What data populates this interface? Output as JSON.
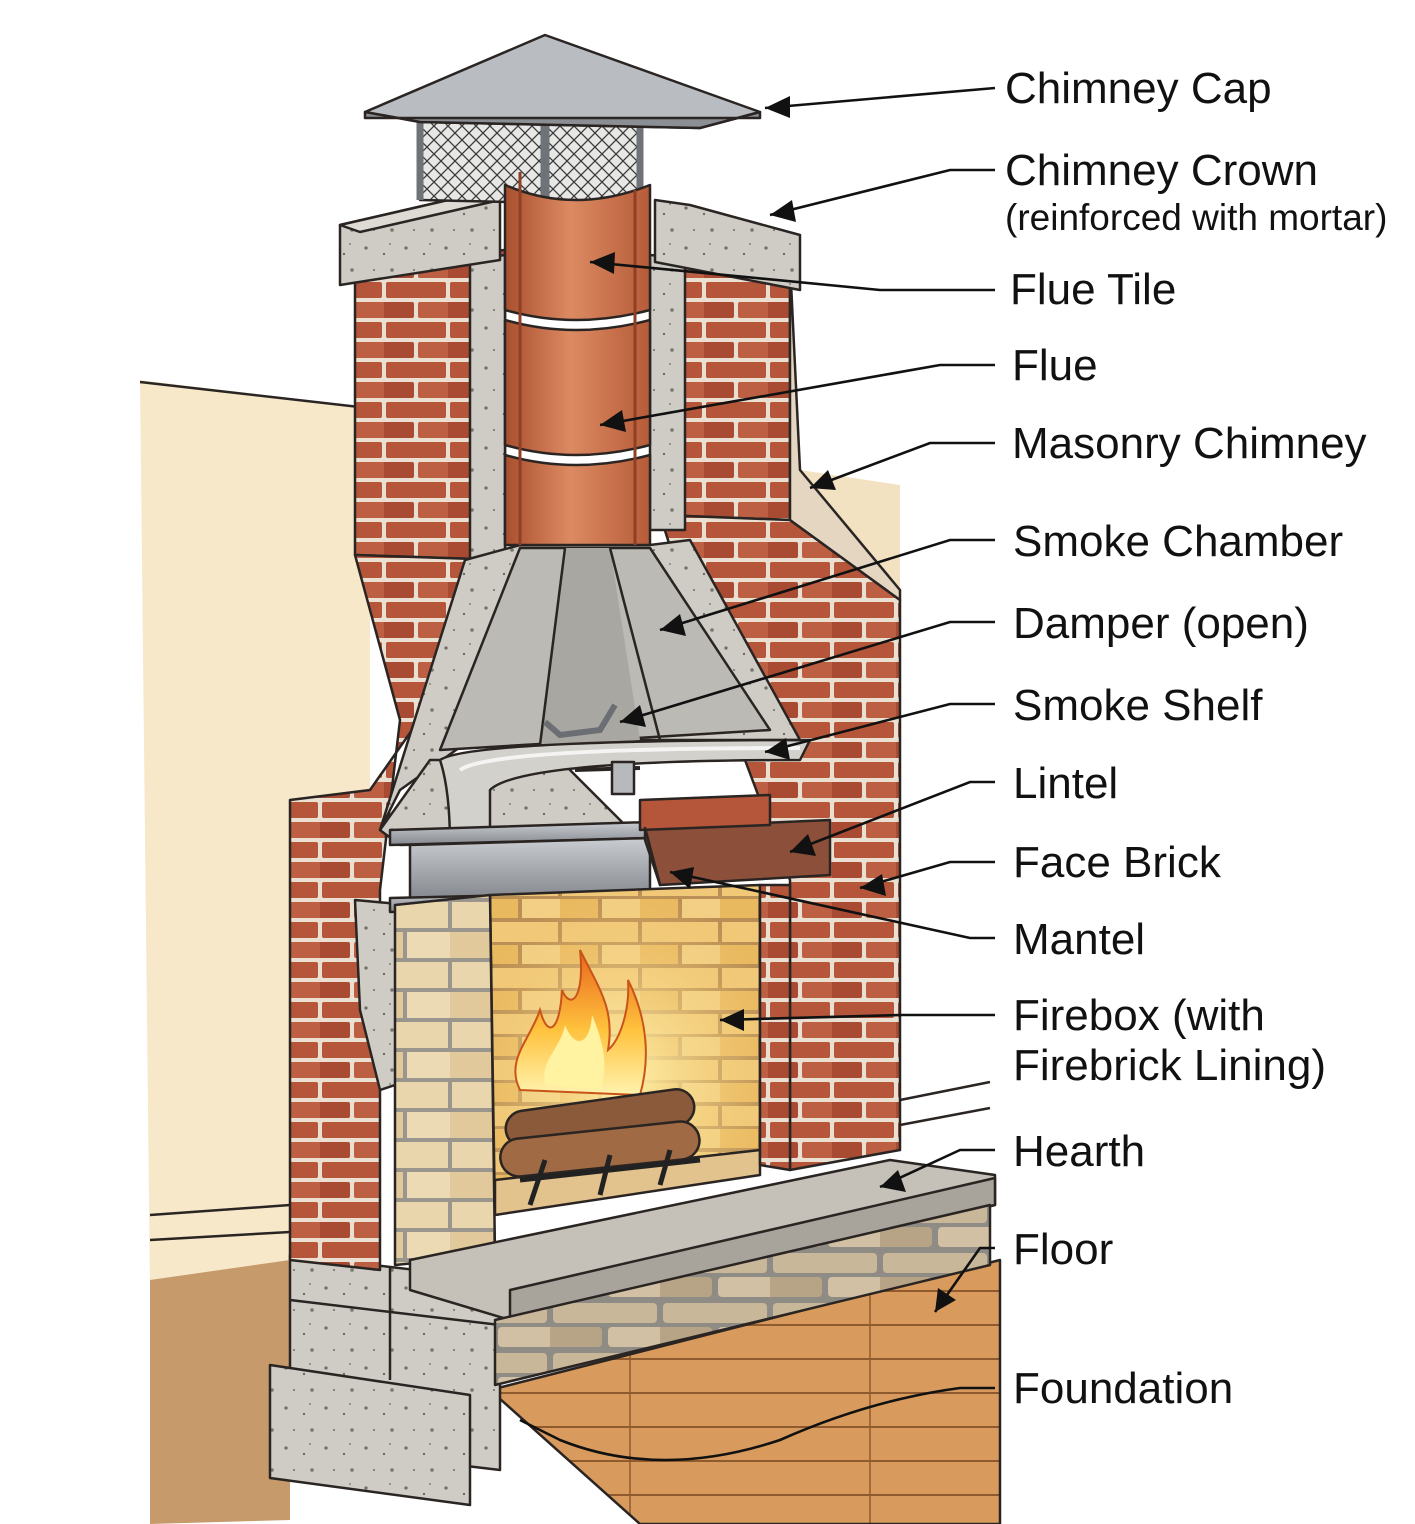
{
  "labels": [
    {
      "id": "chimney-cap",
      "text": "Chimney Cap"
    },
    {
      "id": "chimney-crown",
      "text": "Chimney Crown",
      "sub": "(reinforced with mortar)"
    },
    {
      "id": "flue-tile",
      "text": "Flue Tile"
    },
    {
      "id": "flue",
      "text": "Flue"
    },
    {
      "id": "masonry-chimney",
      "text": "Masonry Chimney"
    },
    {
      "id": "smoke-chamber",
      "text": "Smoke Chamber"
    },
    {
      "id": "damper",
      "text": "Damper (open)"
    },
    {
      "id": "smoke-shelf",
      "text": "Smoke Shelf"
    },
    {
      "id": "lintel",
      "text": "Lintel"
    },
    {
      "id": "face-brick",
      "text": "Face Brick"
    },
    {
      "id": "mantel",
      "text": "Mantel"
    },
    {
      "id": "firebox",
      "text": "Firebox (with",
      "sub": "Firebrick Lining)"
    },
    {
      "id": "hearth",
      "text": "Hearth"
    },
    {
      "id": "floor",
      "text": "Floor"
    },
    {
      "id": "foundation",
      "text": "Foundation"
    }
  ],
  "colors": {
    "brick": "#b5553a",
    "mortar": "#eadfd0",
    "concrete": "#c9c6bf",
    "flue_tile": "#c86f4b",
    "firebrick": "#e8c98a",
    "wall": "#f4e6c8",
    "floor": "#d49a5e",
    "steel": "#9fa3a8",
    "fire": "#f7a52a"
  }
}
